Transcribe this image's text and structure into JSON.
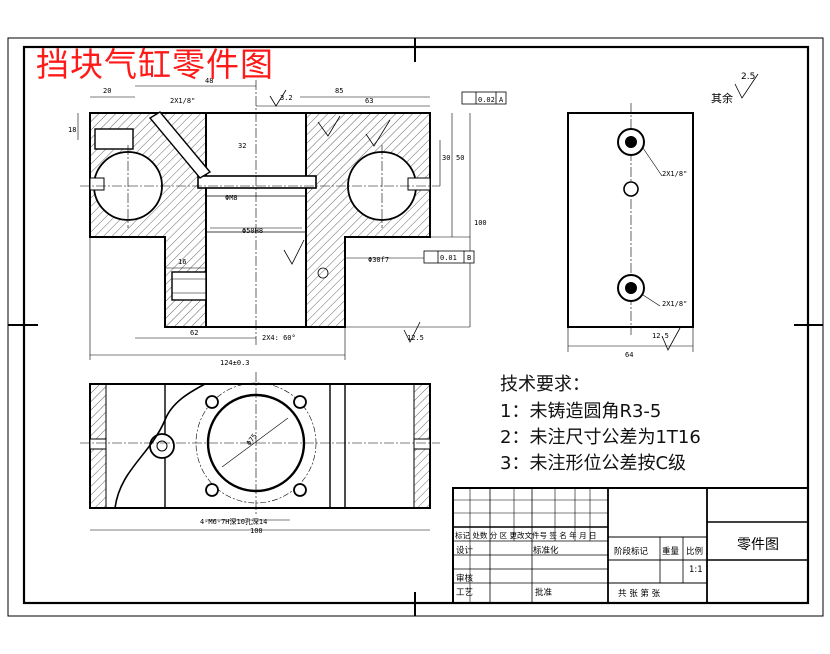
{
  "drawing": {
    "title": "挡块气缸零件图",
    "surface_note": "其余",
    "surface_value": "2.5"
  },
  "requirements": {
    "heading": "技术要求：",
    "items": [
      "1：未铸造圆角R3-5",
      "2：未注尺寸公差为1T16",
      "3：未注形位公差按C级"
    ]
  },
  "titleblock": {
    "part_name": "零件图",
    "scale": "1:1",
    "row1": "标记 处数 分 区 更改文件号 签 名 年 月 日",
    "design": "设计",
    "standardize": "标准化",
    "stage_mark": "阶段标记",
    "weight": "重量",
    "ratio": "比例",
    "audit": "审核",
    "process": "工艺",
    "approve": "批准",
    "sheets": "共 张 第 张"
  },
  "dimensions": {
    "d1": "20",
    "d2": "48",
    "d3": "2X1/8\"",
    "d4": "85",
    "d5": "63",
    "tol1": "0.02",
    "tol1_ref": "A",
    "d6": "18",
    "d7": "32",
    "d8": "30",
    "d9": "50",
    "d10": "ΦM8",
    "d11": "Φ50H8",
    "d12": "Φ30f7",
    "tol2": "0.01",
    "tol2_ref": "B",
    "d13": "16",
    "d14": "62",
    "d15": "100",
    "d16": "2X4: 60°",
    "d17": "124±0.3",
    "d18": "12.5",
    "d19": "64",
    "d20": "2X1/8\"",
    "d21": "4-M6-7H深10孔深14",
    "d22": "3.2",
    "d23": "12.5",
    "d24": "Φ75"
  }
}
